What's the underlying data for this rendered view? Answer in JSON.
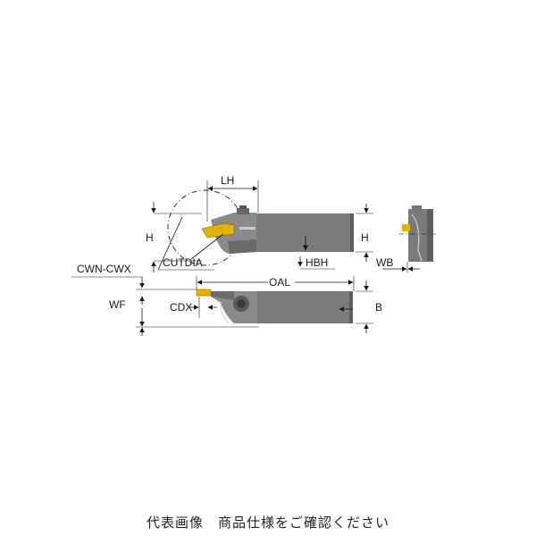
{
  "labels": {
    "lh": "LH",
    "h_left": "H",
    "h_right": "H",
    "cutdia": "CUTDIA",
    "hbh": "HBH",
    "wb": "WB",
    "cwn_cwx": "CWN-CWX",
    "oal": "OAL",
    "wf": "WF",
    "cdx": "CDX",
    "b": "B"
  },
  "caption": "代表画像　商品仕様をご確認ください",
  "colors": {
    "body": "#7b7b7b",
    "body_dark": "#5e5e5e",
    "body_light": "#a6a6a6",
    "insert": "#e4b200",
    "line": "#1a1a1a"
  }
}
